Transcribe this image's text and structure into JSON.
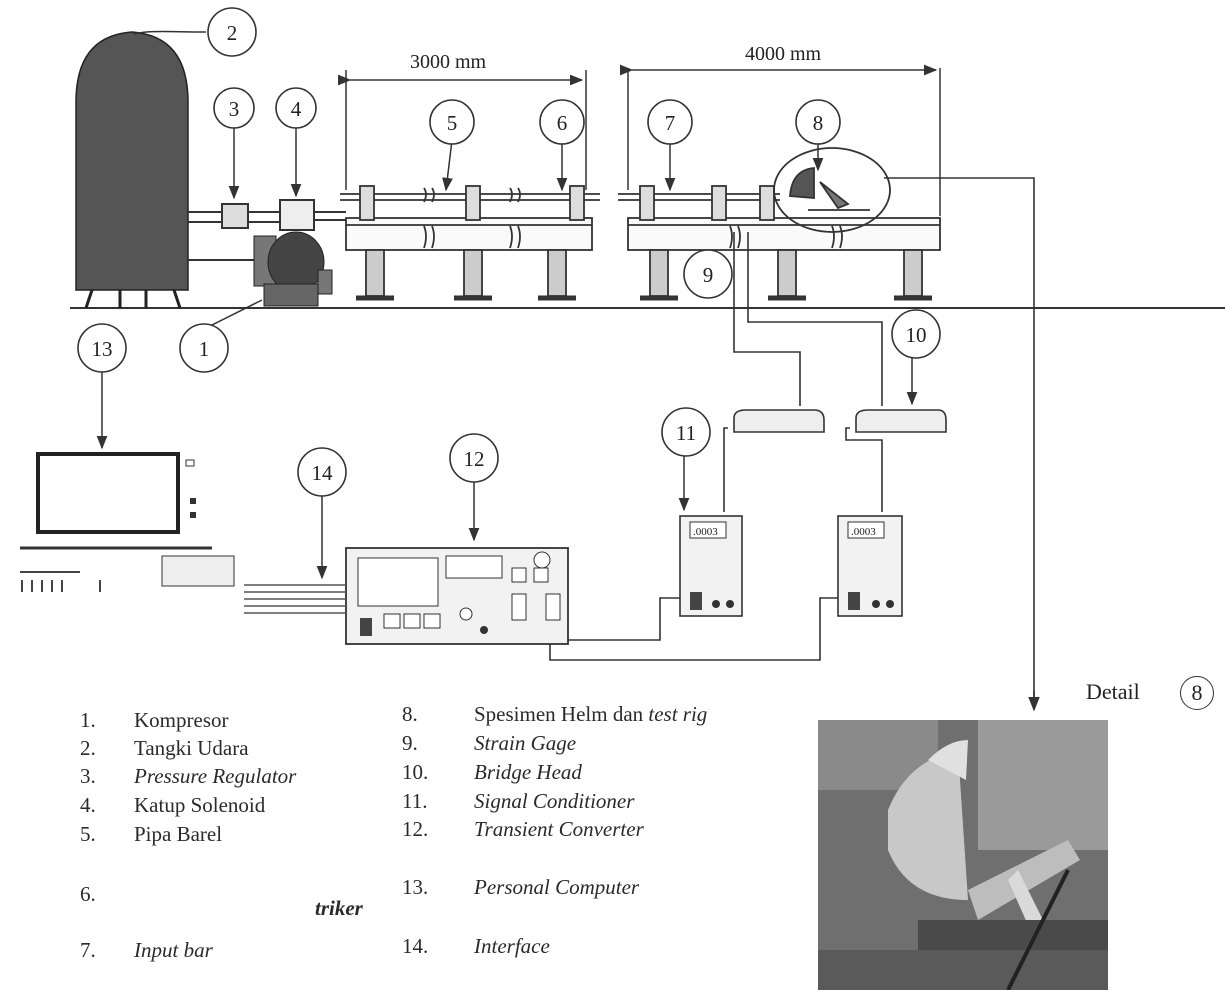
{
  "dimensions": {
    "left_span": "3000 mm",
    "right_span": "4000 mm"
  },
  "callouts": [
    "1",
    "2",
    "3",
    "4",
    "5",
    "6",
    "7",
    "8",
    "9",
    "10",
    "11",
    "12",
    "13",
    "14"
  ],
  "display_reading": ".0003",
  "legend": {
    "left": [
      {
        "num": "1.",
        "text": "Kompresor",
        "italic": false
      },
      {
        "num": "2.",
        "text": "Tangki Udara",
        "italic": false
      },
      {
        "num": "3.",
        "text": "Pressure Regulator",
        "italic": true
      },
      {
        "num": "4.",
        "text": "Katup Solenoid",
        "italic": false
      },
      {
        "num": "5.",
        "text": "Pipa Barel",
        "italic": false
      },
      {
        "num": "6.",
        "text": "triker",
        "italic": true
      },
      {
        "num": "7.",
        "text": "Input bar",
        "italic": true
      }
    ],
    "right": [
      {
        "num": "8.",
        "text": "Spesimen Helm dan",
        "text_italic_part": "test rig"
      },
      {
        "num": "9.",
        "text": "Strain Gage",
        "italic": true
      },
      {
        "num": "10.",
        "text": "Bridge Head",
        "italic": true
      },
      {
        "num": "11.",
        "text": "Signal Conditioner",
        "italic": true
      },
      {
        "num": "12.",
        "text": "Transient Converter",
        "italic": true
      },
      {
        "num": "13.",
        "text": "Personal Computer",
        "italic": true
      },
      {
        "num": "14.",
        "text": "Interface",
        "italic": true
      }
    ]
  },
  "detail": {
    "label": "Detail",
    "ref": "8"
  }
}
